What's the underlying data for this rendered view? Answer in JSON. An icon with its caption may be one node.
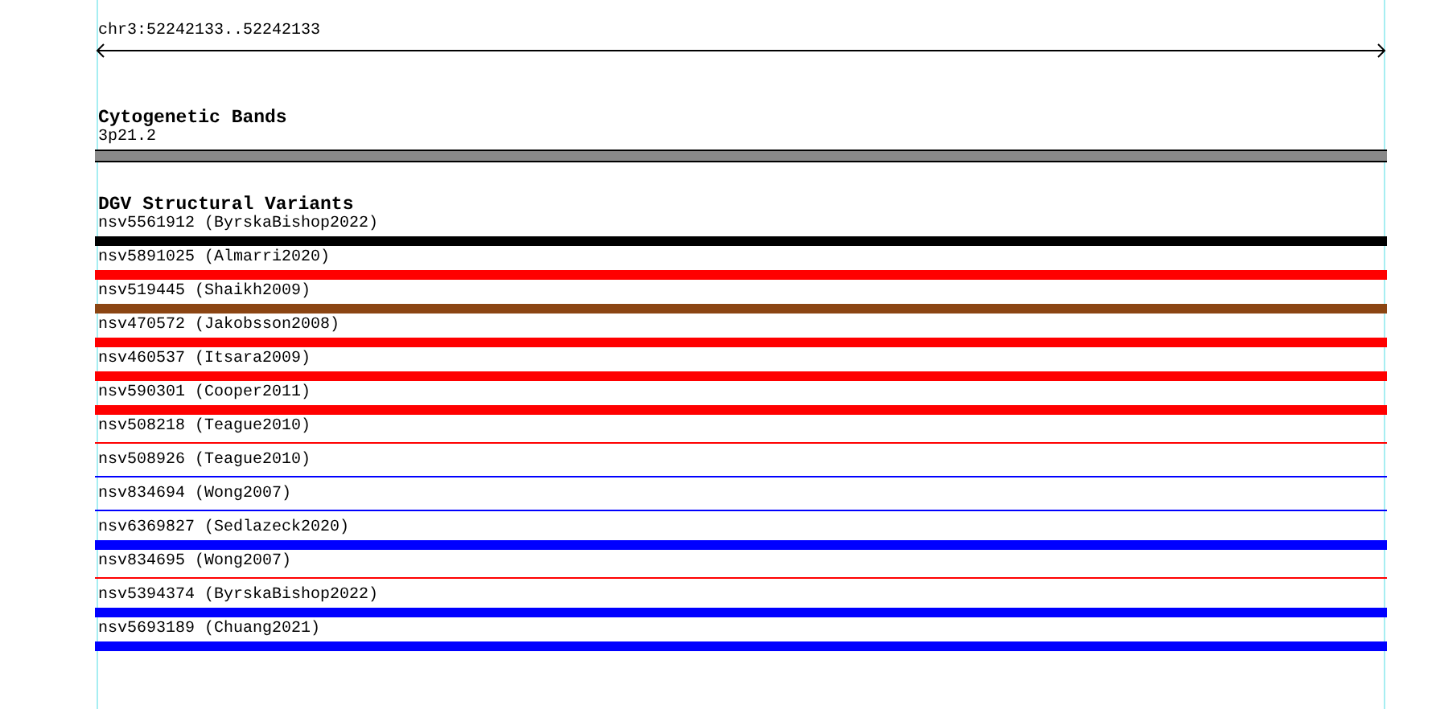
{
  "diagram": {
    "nodes": [
      {
        "text": [
          "3p21.2"
        ]
      },
      {
        "text": [
          "nsv5561912 (ByrskaBishop2022)"
        ]
      },
      {
        "text": [
          "nsv5891025 (Almarri2020)"
        ]
      },
      {
        "text": [
          "nsv519445 (Shaikh2009)"
        ]
      },
      {
        "text": [
          "nsv470572 (Jakobsson2008)"
        ]
      },
      {
        "text": [
          "nsv460537 (Itsara2009)"
        ]
      },
      {
        "text": [
          "nsv590301 (Cooper2011)"
        ]
      },
      {
        "text": [
          "nsv508218 (Teague2010)"
        ]
      },
      {
        "text": [
          "nsv508926 (Teague2010)"
        ]
      },
      {
        "text": [
          "nsv834694 (Wong2007)"
        ]
      },
      {
        "text": [
          "nsv6369827 (Sedlazeck2020)"
        ]
      },
      {
        "text": [
          "nsv834695 (Wong2007)"
        ]
      },
      {
        "text": [
          "nsv5394374 (ByrskaBishop2022)"
        ]
      },
      {
        "text": [
          "nsv5693189 (Chuang2021)"
        ]
      }
    ],
    "labels": [
      "chr3:52242133..52242133",
      "Cytogenetic Bands",
      "DGV Structural Variants"
    ]
  }
}
